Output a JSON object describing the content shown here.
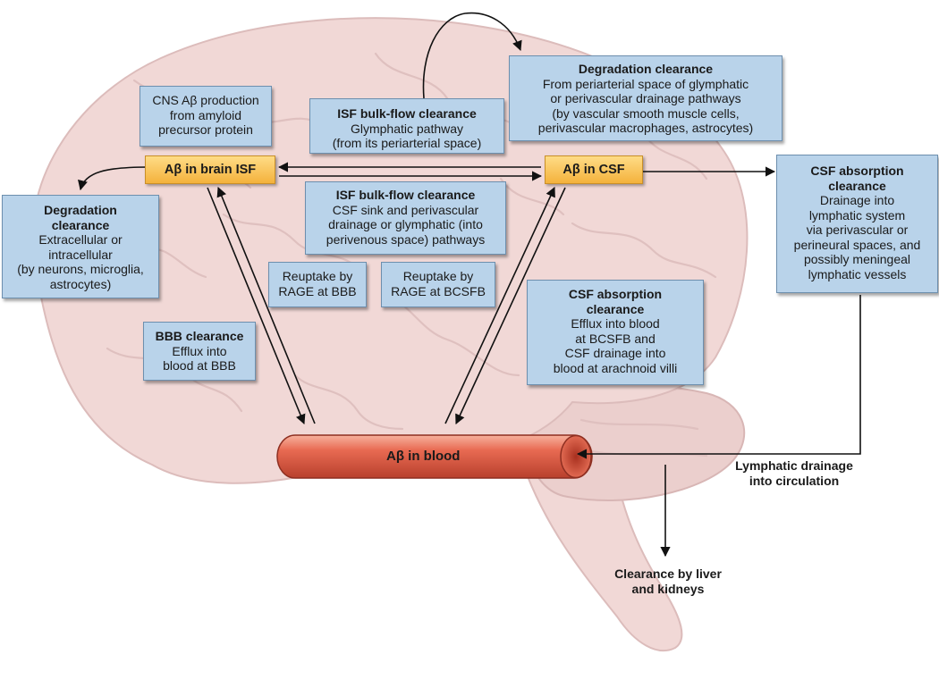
{
  "pools": {
    "brain_isf": "Aβ in brain ISF",
    "csf": "Aβ in CSF",
    "blood": "Aβ in blood"
  },
  "boxes": {
    "cns_production": {
      "title": "",
      "body": "CNS Aβ production\nfrom amyloid\nprecursor protein"
    },
    "isf_glymphatic": {
      "title": "ISF bulk-flow clearance",
      "body": "Glymphatic pathway\n(from its periarterial space)"
    },
    "degradation_top": {
      "title": "Degradation clearance",
      "body": "From periarterial space of glymphatic\nor perivascular drainage pathways\n(by vascular smooth muscle cells,\nperivascular macrophages, astrocytes)"
    },
    "degradation_left": {
      "title": "Degradation\nclearance",
      "body": "Extracellular or\nintracellular\n(by neurons, microglia,\nastrocytes)"
    },
    "isf_csf_sink": {
      "title": "ISF bulk-flow clearance",
      "body": "CSF sink and perivascular\ndrainage or glymphatic (into\nperivenous space) pathways"
    },
    "reuptake_bbb": {
      "title": "",
      "body": "Reuptake by\nRAGE at BBB"
    },
    "reuptake_bcsfb": {
      "title": "",
      "body": "Reuptake by\nRAGE at BCSFB"
    },
    "bbb_clearance": {
      "title": "BBB clearance",
      "body": "Efflux into\nblood at BBB"
    },
    "csf_absorption_mid": {
      "title": "CSF absorption\nclearance",
      "body": "Efflux into blood\nat BCSFB and\nCSF drainage into\nblood at arachnoid villi"
    },
    "csf_absorption_right": {
      "title": "CSF absorption\nclearance",
      "body": "Drainage into\nlymphatic system\nvia perivascular or\nperineural spaces, and\npossibly meningeal\nlymphatic vessels"
    }
  },
  "labels": {
    "lymphatic": "Lymphatic drainage\ninto circulation",
    "liver": "Clearance by liver\nand kidneys"
  },
  "colors": {
    "brain": "#f1d8d6",
    "brain_shadow": "#dfbcbb",
    "box_fill": "#b9d3ea",
    "pool_fill": "#f8c65a",
    "vessel": "#e0604a"
  }
}
